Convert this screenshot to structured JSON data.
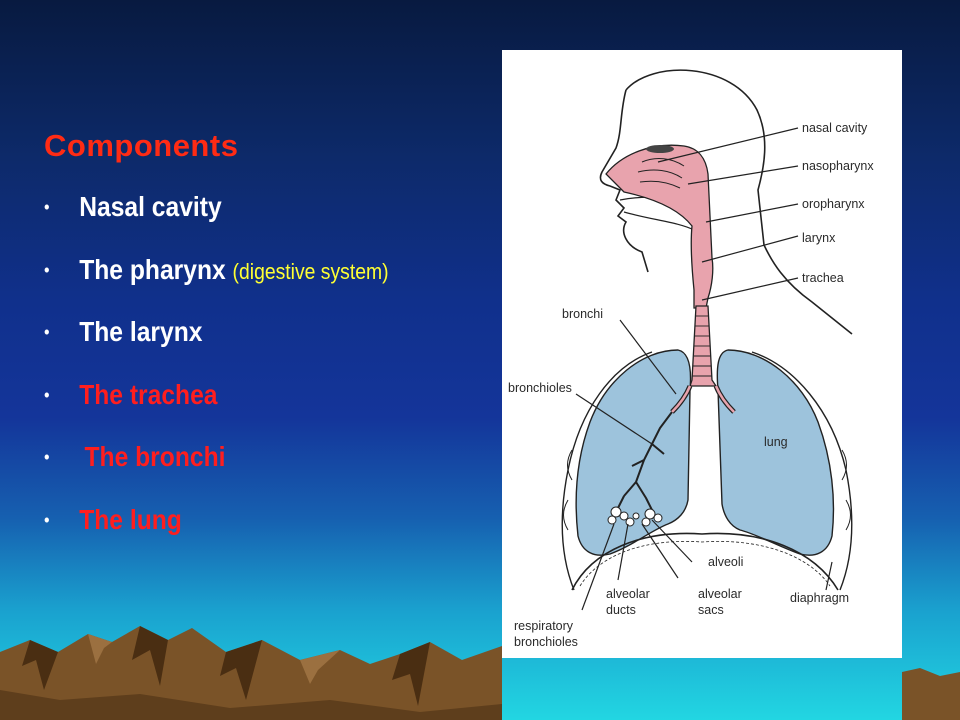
{
  "slide": {
    "heading": "Components",
    "bullet_symbol": "•",
    "items": [
      {
        "text": "Nasal cavity",
        "color": "#ffffff"
      },
      {
        "text": "The pharynx",
        "aside": "(digestive system)",
        "color": "#ffffff",
        "aside_color": "#ffff33"
      },
      {
        "text": "The larynx",
        "color": "#ffffff"
      },
      {
        "text": "The trachea",
        "color": "#ff1e1e"
      },
      {
        "text": "The bronchi",
        "color": "#ff1e1e"
      },
      {
        "text": "The lung",
        "color": "#ff1e1e"
      }
    ],
    "heading_color": "#ff2b14"
  },
  "figure": {
    "labels": {
      "nasal_cavity": "nasal  cavity",
      "nasopharynx": "nasopharynx",
      "oropharynx": "oropharynx",
      "larynx": "larynx",
      "trachea": "trachea",
      "bronchi": "bronchi",
      "bronchioles": "bronchioles",
      "lung": "lung",
      "alveoli": "alveoli",
      "alveolar_ducts_1": "alveolar",
      "alveolar_ducts_2": "ducts",
      "alveolar_sacs_1": "alveolar",
      "alveolar_sacs_2": "sacs",
      "diaphragm": "diaphragm",
      "respiratory_bronchioles_1": "respiratory",
      "respiratory_bronchioles_2": "bronchioles"
    },
    "colors": {
      "airway": "#e8a3ad",
      "lung": "#9dc3dc",
      "outline": "#222222"
    }
  },
  "icons": [
    "mountain-range-icon"
  ]
}
